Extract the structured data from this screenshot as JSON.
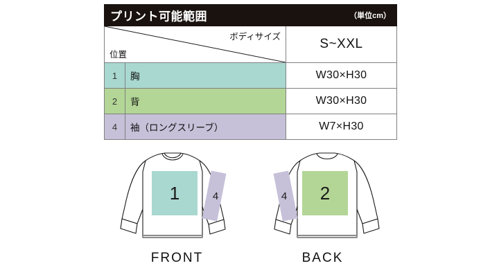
{
  "header": {
    "title": "プリント可能範囲",
    "unit_note": "（単位cm）"
  },
  "table": {
    "corner": {
      "axis_top_right": "ボディサイズ",
      "axis_bottom_left": "位置"
    },
    "size_column_header": "S~XXL",
    "rows": [
      {
        "no": "1",
        "name": "胸",
        "size": "W30×H30",
        "color": "#a9d8d0"
      },
      {
        "no": "2",
        "name": "背",
        "size": "W30×H30",
        "color": "#b3d696"
      },
      {
        "no": "4",
        "name": "袖（ロングスリーブ）",
        "size": "W7×H30",
        "color": "#c6c0d8"
      }
    ]
  },
  "figures": {
    "front": {
      "caption": "FRONT",
      "body_zone_label": "1",
      "body_zone_color": "#a9d8d0",
      "sleeve_zone_label": "4",
      "sleeve_zone_color": "#c6c0d8"
    },
    "back": {
      "caption": "BACK",
      "body_zone_label": "2",
      "body_zone_color": "#b3d696",
      "sleeve_zone_label": "4",
      "sleeve_zone_color": "#c6c0d8"
    }
  },
  "colors": {
    "header_bg": "#1a120f",
    "header_text": "#ffffff",
    "border": "#808080",
    "outline": "#1a1a1a",
    "page_bg": "#ffffff"
  }
}
